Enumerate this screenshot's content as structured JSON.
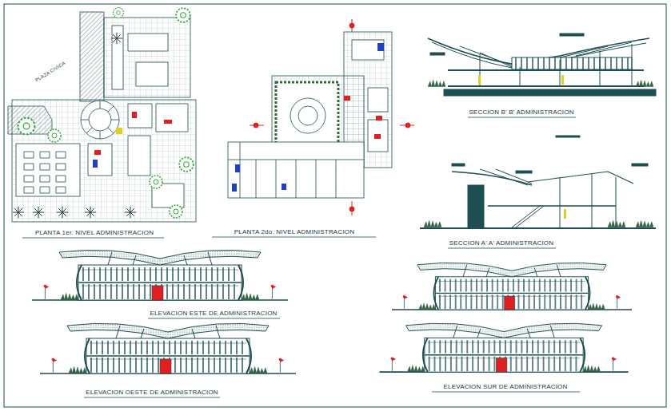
{
  "diagram": {
    "labels": [
      "PLANTA 1er. NIVEL ADMINISTRACION",
      "PLANTA 2do. NIVEL ADMINISTRACION",
      "SECCION B' B' ADMINISTRACION",
      "SECCION A' A' ADMINISTRACION",
      "ELEVACION ESTE DE ADMINISTRACION",
      "ELEVACION OESTE DE ADMINISTRACION",
      "ELEVACION SUR DE ADMINISTRACION",
      "PLAZA CIVICA"
    ]
  }
}
